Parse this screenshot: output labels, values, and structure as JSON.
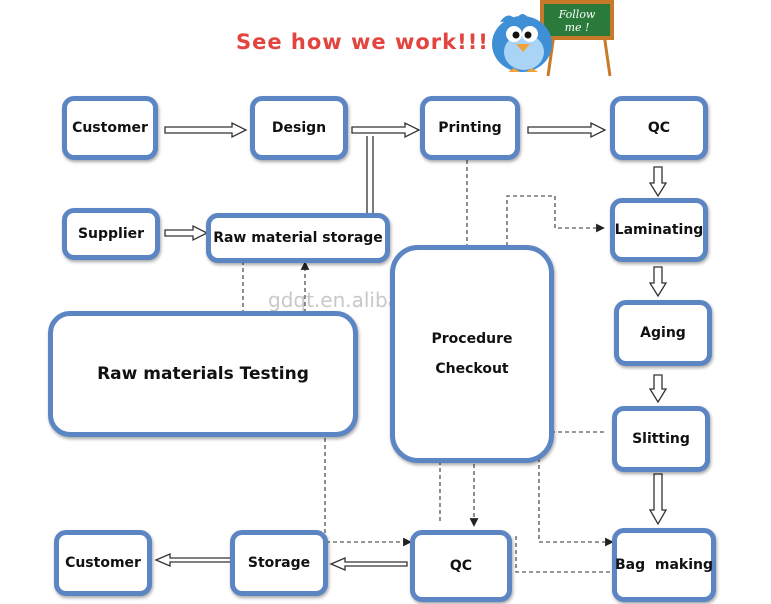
{
  "header": {
    "headline": "See how we work!!!",
    "sign_text": [
      "Follow",
      "me !"
    ]
  },
  "watermark": "gdqt.en.alibaba.com",
  "colors": {
    "box_border": "#5b85c3",
    "headline": "#e2453f",
    "bird_body": "#3f8fd6",
    "board": "#2a7a3c",
    "easel": "#c87a2a"
  },
  "nodes": {
    "customer_top": "Customer",
    "design": "Design",
    "printing": "Printing",
    "qc_top": "QC",
    "supplier": "Supplier",
    "raw_storage": "Raw material storage",
    "laminating": "Laminating",
    "procedure": [
      "Procedure",
      "Checkout"
    ],
    "raw_testing": "Raw materials Testing",
    "aging": "Aging",
    "slitting": "Slitting",
    "customer_bottom": "Customer",
    "storage": "Storage",
    "qc_bottom": "QC",
    "bag_making": "Bag  making"
  }
}
